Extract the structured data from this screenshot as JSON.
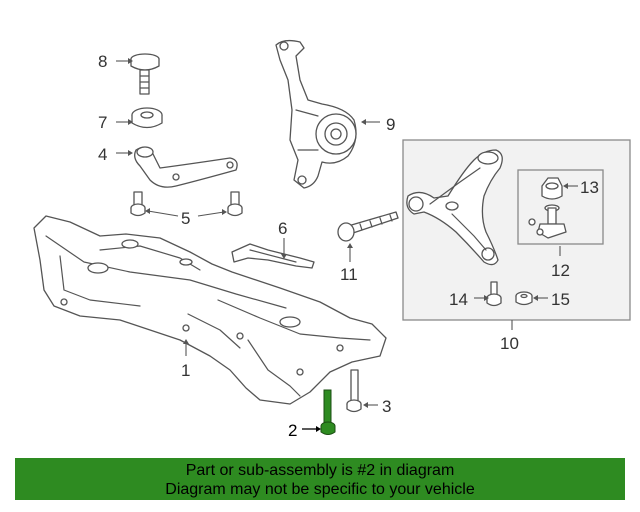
{
  "callouts": {
    "c1": "1",
    "c2": "2",
    "c3": "3",
    "c4": "4",
    "c5": "5",
    "c6": "6",
    "c7": "7",
    "c8": "8",
    "c9": "9",
    "c10": "10",
    "c11": "11",
    "c12": "12",
    "c13": "13",
    "c14": "14",
    "c15": "15"
  },
  "highlight_color": "#2e8b21",
  "banner": {
    "line1": "Part or sub-assembly is #2 in diagram",
    "line2": "Diagram may not be specific to your vehicle"
  }
}
